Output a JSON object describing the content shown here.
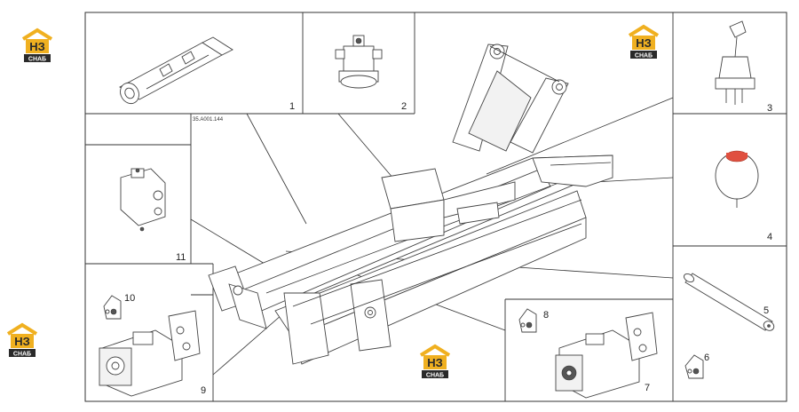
{
  "diagram": {
    "reference_code": "35.A001.144",
    "callouts": [
      "1",
      "2",
      "3",
      "4",
      "5",
      "6",
      "7",
      "8",
      "9",
      "10",
      "11"
    ]
  },
  "brand": {
    "logo_mark": "НЗ",
    "logo_text": "СНАБ",
    "colors": {
      "accent": "#f0b020",
      "dark": "#2a2a2a",
      "cap_red": "#e05040"
    }
  },
  "icons": [
    "logo-icon"
  ]
}
